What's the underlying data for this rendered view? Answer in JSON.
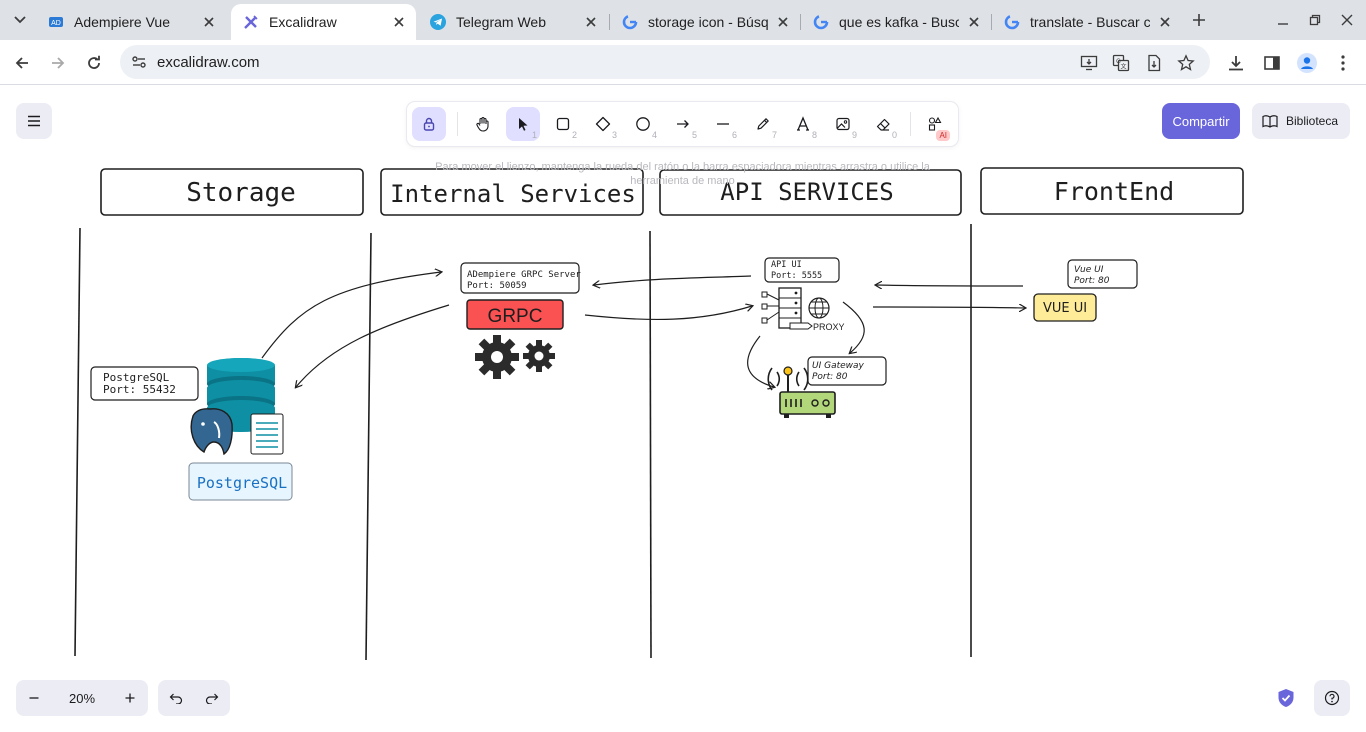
{
  "browser": {
    "tabs": [
      {
        "title": "Adempiere Vue",
        "favicon": "adempiere-icon",
        "active": false
      },
      {
        "title": "Excalidraw",
        "favicon": "excalidraw-icon",
        "active": true
      },
      {
        "title": "Telegram Web",
        "favicon": "telegram-icon",
        "active": false
      },
      {
        "title": "storage icon - Búsqu",
        "favicon": "google-icon",
        "active": false
      },
      {
        "title": "que es kafka - Busca",
        "favicon": "google-icon",
        "active": false
      },
      {
        "title": "translate - Buscar co",
        "favicon": "google-icon",
        "active": false
      }
    ],
    "url": "excalidraw.com"
  },
  "excalidraw": {
    "share_label": "Compartir",
    "library_label": "Biblioteca",
    "zoom": "20%",
    "hint": "Para mover el lienzo, mantenga la rueda del ratón o la barra espaciadora mientras arrastra o utilice la herramienta de mano",
    "tools": [
      {
        "name": "lock",
        "icon": "lock-icon",
        "key": ""
      },
      {
        "name": "hand",
        "icon": "hand-icon",
        "key": ""
      },
      {
        "name": "selection",
        "icon": "pointer-icon",
        "key": "1"
      },
      {
        "name": "rectangle",
        "icon": "rectangle-icon",
        "key": "2"
      },
      {
        "name": "diamond",
        "icon": "diamond-icon",
        "key": "3"
      },
      {
        "name": "ellipse",
        "icon": "ellipse-icon",
        "key": "4"
      },
      {
        "name": "arrow",
        "icon": "arrow-icon",
        "key": "5"
      },
      {
        "name": "line",
        "icon": "line-icon",
        "key": "6"
      },
      {
        "name": "draw",
        "icon": "pencil-icon",
        "key": "7"
      },
      {
        "name": "text",
        "icon": "text-icon",
        "key": "8"
      },
      {
        "name": "image",
        "icon": "image-icon",
        "key": "9"
      },
      {
        "name": "eraser",
        "icon": "eraser-icon",
        "key": "0"
      },
      {
        "name": "more",
        "icon": "shapes-icon",
        "key": "",
        "badge": "AI"
      }
    ]
  },
  "diagram": {
    "columns": [
      "Storage",
      "Internal Services",
      "API SERVICES",
      "FrontEnd"
    ],
    "postgres_note": [
      "PostgreSQL",
      "Port: 55432"
    ],
    "postgres_label": "PostgreSQL",
    "grpc_note": [
      "ADempiere GRPC Server",
      "Port: 50059"
    ],
    "grpc_label": "GRPC",
    "api_note": [
      "API UI",
      "Port: 5555"
    ],
    "proxy_label": "PROXY",
    "gateway_note": [
      "UI Gateway",
      "Port: 80"
    ],
    "vue_note": [
      "Vue UI",
      "Port: 80"
    ],
    "vue_label": "VUE UI"
  },
  "colors": {
    "accent": "#6965db",
    "selected_tool": "#e0dfff",
    "grpc_red": "#fa5252",
    "vue_yellow": "#ffec99",
    "db_teal": "#0e8fa3",
    "postgres_blue": "#336791",
    "router_green": "#b2d67a"
  }
}
